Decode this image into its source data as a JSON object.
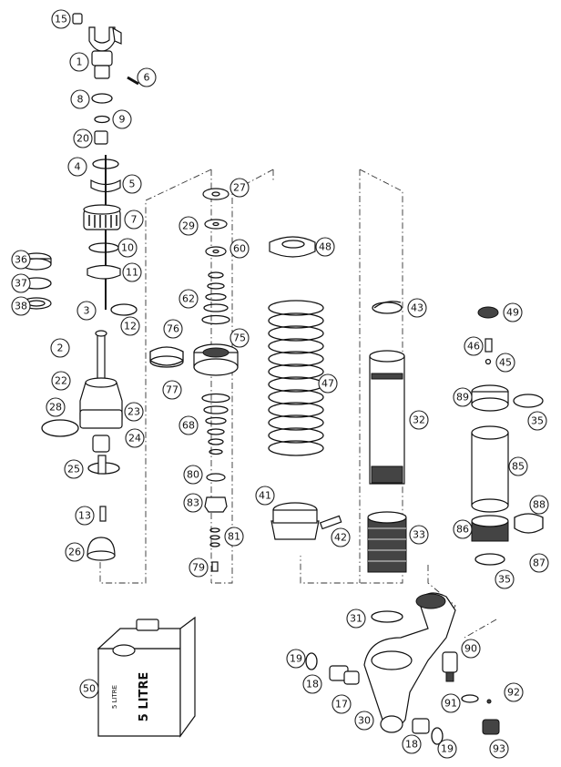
{
  "callouts": [
    {
      "id": "15",
      "label": "15"
    },
    {
      "id": "1",
      "label": "1"
    },
    {
      "id": "6",
      "label": "6"
    },
    {
      "id": "8",
      "label": "8"
    },
    {
      "id": "9",
      "label": "9"
    },
    {
      "id": "20",
      "label": "20"
    },
    {
      "id": "4",
      "label": "4"
    },
    {
      "id": "5",
      "label": "5"
    },
    {
      "id": "7",
      "label": "7"
    },
    {
      "id": "10",
      "label": "10"
    },
    {
      "id": "11",
      "label": "11"
    },
    {
      "id": "3",
      "label": "3"
    },
    {
      "id": "12",
      "label": "12"
    },
    {
      "id": "36",
      "label": "36"
    },
    {
      "id": "37",
      "label": "37"
    },
    {
      "id": "38",
      "label": "38"
    },
    {
      "id": "2",
      "label": "2"
    },
    {
      "id": "22",
      "label": "22"
    },
    {
      "id": "28",
      "label": "28"
    },
    {
      "id": "23",
      "label": "23"
    },
    {
      "id": "24",
      "label": "24"
    },
    {
      "id": "25",
      "label": "25"
    },
    {
      "id": "13",
      "label": "13"
    },
    {
      "id": "26",
      "label": "26"
    },
    {
      "id": "27",
      "label": "27"
    },
    {
      "id": "29",
      "label": "29"
    },
    {
      "id": "60",
      "label": "60"
    },
    {
      "id": "62",
      "label": "62"
    },
    {
      "id": "76",
      "label": "76"
    },
    {
      "id": "75",
      "label": "75"
    },
    {
      "id": "77",
      "label": "77"
    },
    {
      "id": "68",
      "label": "68"
    },
    {
      "id": "80",
      "label": "80"
    },
    {
      "id": "83",
      "label": "83"
    },
    {
      "id": "81",
      "label": "81"
    },
    {
      "id": "79",
      "label": "79"
    },
    {
      "id": "48",
      "label": "48"
    },
    {
      "id": "47",
      "label": "47"
    },
    {
      "id": "41",
      "label": "41"
    },
    {
      "id": "42",
      "label": "42"
    },
    {
      "id": "43",
      "label": "43"
    },
    {
      "id": "32",
      "label": "32"
    },
    {
      "id": "33",
      "label": "33"
    },
    {
      "id": "31",
      "label": "31"
    },
    {
      "id": "49",
      "label": "49"
    },
    {
      "id": "46",
      "label": "46"
    },
    {
      "id": "45",
      "label": "45"
    },
    {
      "id": "89",
      "label": "89"
    },
    {
      "id": "35a",
      "label": "35"
    },
    {
      "id": "85",
      "label": "85"
    },
    {
      "id": "88",
      "label": "88"
    },
    {
      "id": "86",
      "label": "86"
    },
    {
      "id": "87",
      "label": "87"
    },
    {
      "id": "35b",
      "label": "35"
    },
    {
      "id": "50",
      "label": "50"
    },
    {
      "id": "19a",
      "label": "19"
    },
    {
      "id": "18a",
      "label": "18"
    },
    {
      "id": "17",
      "label": "17"
    },
    {
      "id": "30",
      "label": "30"
    },
    {
      "id": "18b",
      "label": "18"
    },
    {
      "id": "19b",
      "label": "19"
    },
    {
      "id": "90",
      "label": "90"
    },
    {
      "id": "91",
      "label": "91"
    },
    {
      "id": "92",
      "label": "92"
    },
    {
      "id": "93",
      "label": "93"
    }
  ],
  "oil_can": {
    "front_label": "5 LITRE",
    "side_label": "5 LITRE"
  }
}
